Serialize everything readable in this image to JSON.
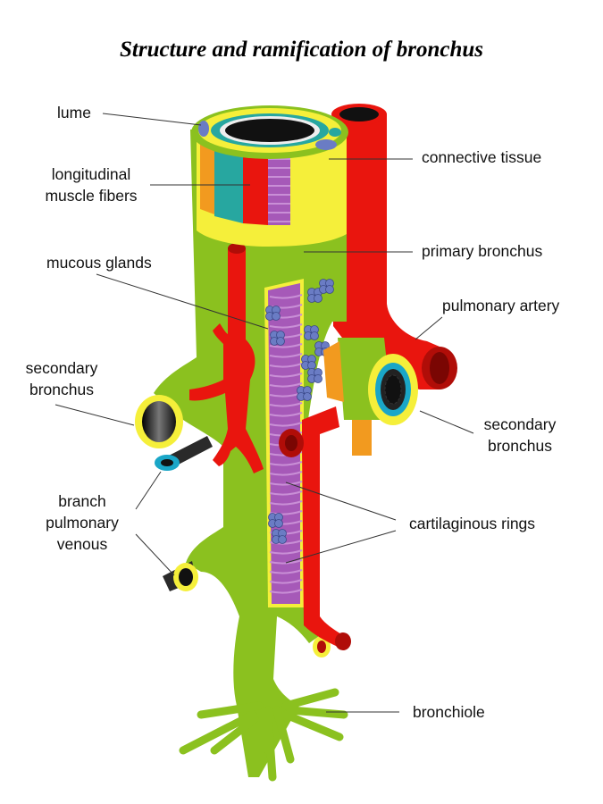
{
  "title": "Structure and ramification of bronchus",
  "colors": {
    "bronchus": "#8bc11f",
    "bronchus_dark": "#6f9c12",
    "artery": "#e9150e",
    "artery_dark": "#b00d08",
    "rim": "#f5ef3a",
    "cartilage": "#a659b8",
    "cartilage_light": "#c98fd6",
    "gland": "#6a7cc4",
    "vein_rim": "#1aa6c7",
    "orange": "#f29a1f",
    "teal": "#27a7a0",
    "line": "#333333"
  },
  "labels": {
    "lume": "lume",
    "longitudinal_muscle_fibers": [
      "longitudinal",
      "muscle fibers"
    ],
    "mucous_glands": "mucous glands",
    "secondary_bronchus_left": [
      "secondary",
      "bronchus"
    ],
    "branch_pulmonary_venous": [
      "branch",
      "pulmonary",
      "venous"
    ],
    "connective_tissue": "connective tissue",
    "primary_bronchus": "primary bronchus",
    "pulmonary_artery": "pulmonary artery",
    "secondary_bronchus_right": [
      "secondary",
      "bronchus"
    ],
    "cartilaginous_rings": "cartilaginous rings",
    "bronchiole": "bronchiole"
  }
}
